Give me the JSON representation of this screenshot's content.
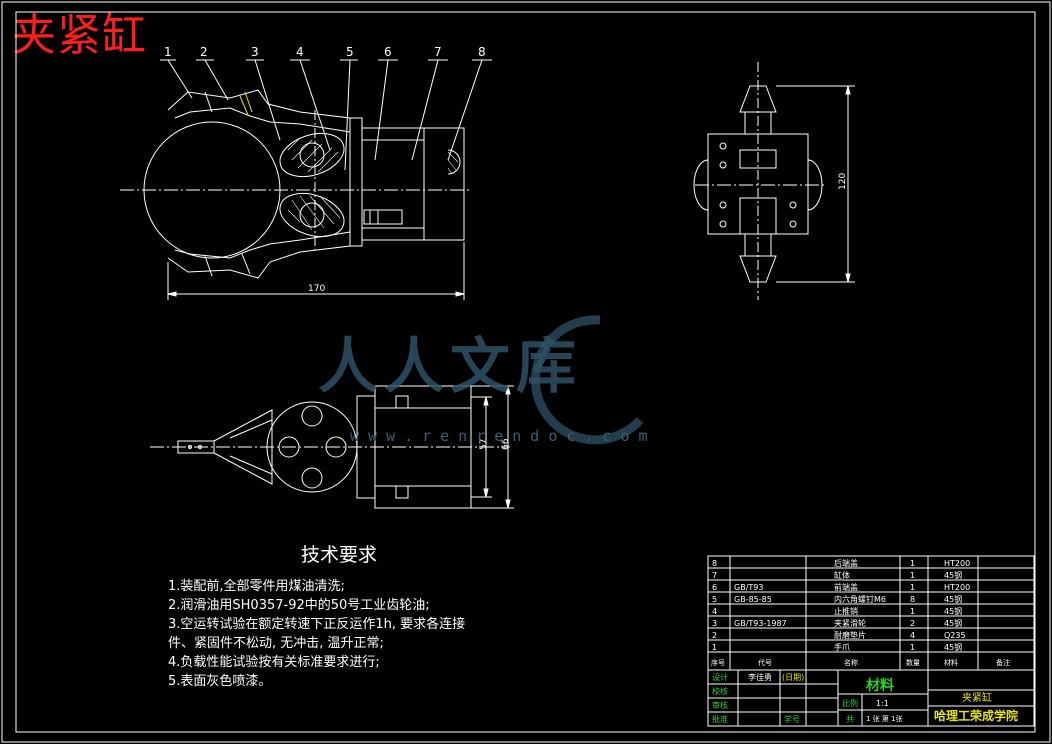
{
  "drawing_title": "夹紧缸",
  "balloons": [
    "1",
    "2",
    "3",
    "4",
    "5",
    "6",
    "7",
    "8"
  ],
  "dims": {
    "front_width": "170",
    "side_height": "120",
    "top_h1": "57",
    "top_h2": "66"
  },
  "watermark": {
    "brand": "人人文库",
    "url": "www.renrendoc.com"
  },
  "tech_requirements": {
    "heading": "技术要求",
    "lines": [
      "1.装配前,全部零件用煤油清洗;",
      "2.润滑油用SH0357-92中的50号工业齿轮油;",
      "3.空运转试验在额定转速下正反运作1h, 要求各连接",
      "件、紧固件不松动, 无冲击, 温升正常;",
      "4.负载性能试验按有关标准要求进行;",
      "5.表面灰色喷漆。"
    ]
  },
  "bom": {
    "rows": [
      {
        "no": "8",
        "code": "",
        "name": "后端盖",
        "qty": "1",
        "mat": "HT200"
      },
      {
        "no": "7",
        "code": "",
        "name": "缸体",
        "qty": "1",
        "mat": "45钢"
      },
      {
        "no": "6",
        "code": "GB/T93",
        "name": "前端盖",
        "qty": "1",
        "mat": "HT200"
      },
      {
        "no": "5",
        "code": "GB-85-85",
        "name": "内六角螺钉M6",
        "qty": "8",
        "mat": "45钢"
      },
      {
        "no": "4",
        "code": "",
        "name": "止推销",
        "qty": "1",
        "mat": "45钢"
      },
      {
        "no": "3",
        "code": "GB/T93-1987",
        "name": "夹紧滑轮",
        "qty": "2",
        "mat": "45钢"
      },
      {
        "no": "2",
        "code": "",
        "name": "耐磨垫片",
        "qty": "4",
        "mat": "Q235"
      },
      {
        "no": "1",
        "code": "",
        "name": "手爪",
        "qty": "1",
        "mat": "45钢"
      }
    ],
    "header": {
      "no": "序号",
      "code": "代号",
      "name": "名称",
      "qty": "数量",
      "mat": "材料",
      "note": "备注"
    }
  },
  "title_block": {
    "design": "设计",
    "designer": "李佳勇",
    "date": "(日期)",
    "check": "校核",
    "review": "审核",
    "approve": "批准",
    "material_label": "材料",
    "scale_label": "比例",
    "scale": "1:1",
    "sheet_label": "共",
    "sheet_info": "1 张 第 1张",
    "part_no_label": "学号",
    "drawing_name": "夹紧缸",
    "school": "哈理工荣成学院"
  },
  "colors": {
    "line": "#ffffff",
    "bom_text": "#ffffff",
    "green": "#2bd32b",
    "yellow": "#e6e600",
    "title_red": "#ff1e1e",
    "watermark": "#2d5266"
  }
}
